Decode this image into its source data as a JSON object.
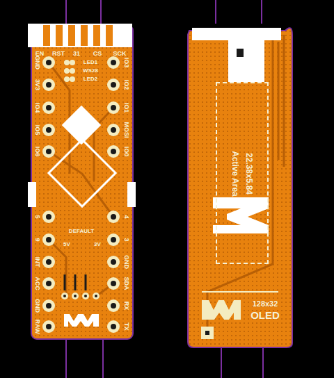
{
  "diagram": {
    "nodes": [
      {
        "text": [
          "OLED",
          "128x32"
        ]
      },
      {
        "text": [
          "Active Area",
          "22.38x5.84"
        ],
        "in": 0
      }
    ],
    "labels": [
      "EN",
      "RST",
      "31",
      "CS",
      "SCK",
      "LED1",
      "WS28",
      "LED2",
      "GND",
      "3V3",
      "IO4",
      "IO5",
      "IO6",
      "IO3",
      "IO2",
      "IO1",
      "MOSI",
      "IO0",
      "5",
      "9",
      "INT",
      "ACC",
      "GND",
      "RAW",
      "4",
      "3",
      "GND",
      "SDA",
      "RX",
      "TX",
      "DEFAULT",
      "5V",
      "3V"
    ]
  }
}
